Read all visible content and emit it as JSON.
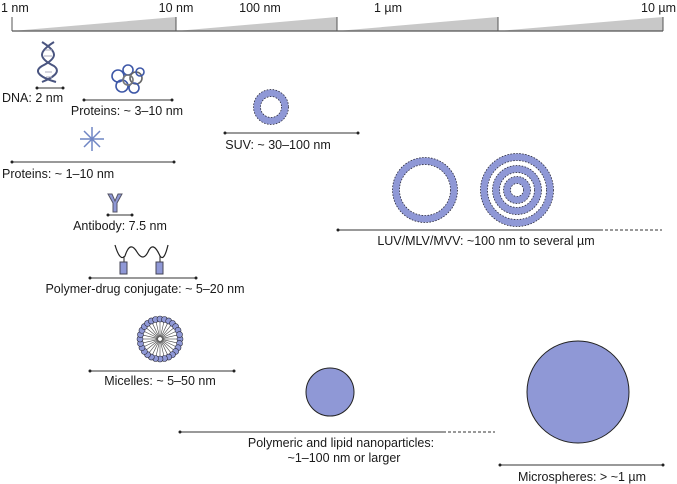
{
  "scale": {
    "ticks": [
      "1 nm",
      "10 nm",
      "100 nm",
      "1 µm",
      "10 µm"
    ]
  },
  "items": {
    "dna": "DNA: 2 nm",
    "proteins_3_10": "Proteins: ~ 3–10 nm",
    "proteins_1_10": "Proteins: ~ 1–10 nm",
    "antibody": "Antibody: 7.5 nm",
    "polymer_drug": "Polymer-drug conjugate: ~ 5–20 nm",
    "micelles": "Micelles: ~ 5–50 nm",
    "suv": "SUV: ~ 30–100 nm",
    "luv": "LUV/MLV/MVV: ~100 nm to several µm",
    "nanoparticles_line1": "Polymeric and lipid nanoparticles:",
    "nanoparticles_line2": "~1–100 nm or larger",
    "microspheres": "Microspheres: > ~1 µm"
  },
  "colors": {
    "fill": "#8f98d6",
    "stroke": "#2b2b3a",
    "wedge": "#c8c8c8"
  }
}
